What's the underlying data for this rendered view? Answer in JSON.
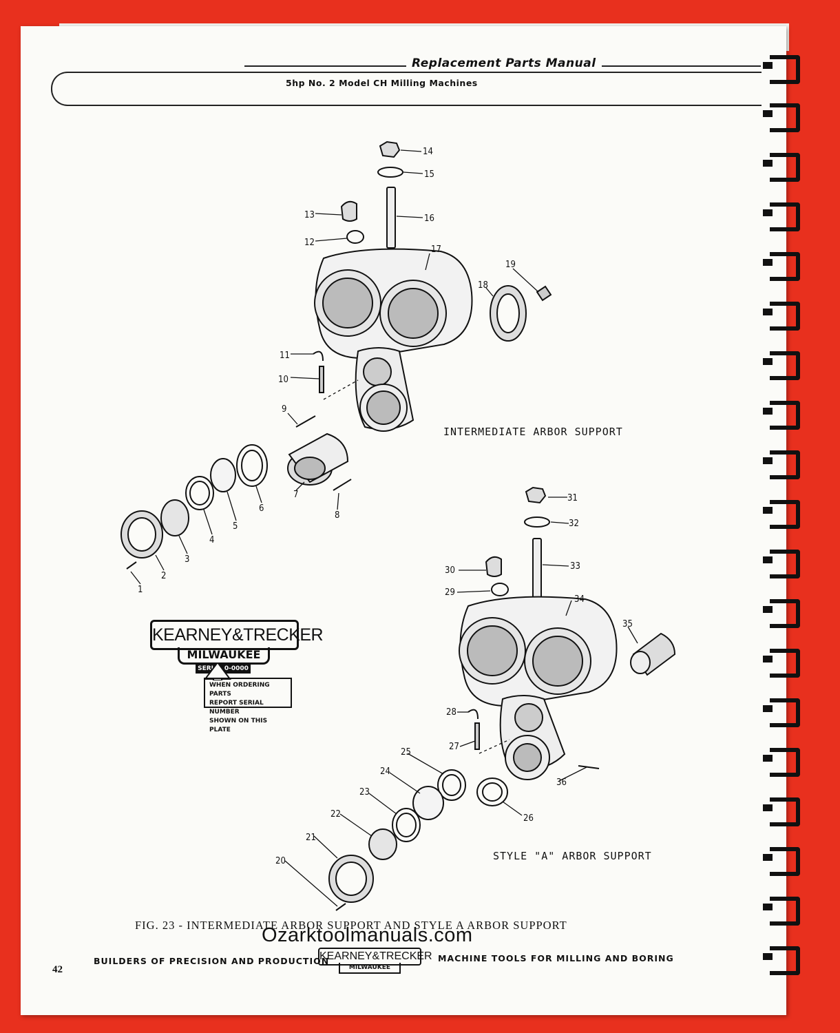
{
  "header": {
    "title": "Replacement Parts Manual",
    "subtitle": "5hp No. 2 Model CH Milling Machines"
  },
  "diagram": {
    "captions": {
      "intermediate": "INTERMEDIATE ARBOR SUPPORT",
      "style_a": "STYLE \"A\" ARBOR SUPPORT"
    },
    "part_labels": [
      "1",
      "2",
      "3",
      "4",
      "5",
      "6",
      "7",
      "8",
      "9",
      "10",
      "11",
      "12",
      "13",
      "14",
      "15",
      "16",
      "17",
      "18",
      "19",
      "20",
      "21",
      "22",
      "23",
      "24",
      "25",
      "26",
      "27",
      "28",
      "29",
      "30",
      "31",
      "32",
      "33",
      "34",
      "35",
      "36"
    ]
  },
  "nameplate": {
    "brand": "KEARNEY&TRECKER",
    "city": "MILWAUKEE",
    "serial": "SERIAL 0-0000",
    "note_line1": "WHEN ORDERING PARTS",
    "note_line2": "REPORT SERIAL NUMBER",
    "note_line3": "SHOWN ON THIS PLATE"
  },
  "figure_caption": "FIG. 23 - INTERMEDIATE ARBOR SUPPORT AND STYLE A ARBOR SUPPORT",
  "watermark": "Ozarktoolmanuals.com",
  "footer": {
    "left": "BUILDERS OF PRECISION AND PRODUCTION",
    "logo_top": "KEARNEY&TRECKER",
    "logo_bottom": "MILWAUKEE",
    "right": "MACHINE TOOLS FOR MILLING AND BORING",
    "page_number": "42"
  }
}
